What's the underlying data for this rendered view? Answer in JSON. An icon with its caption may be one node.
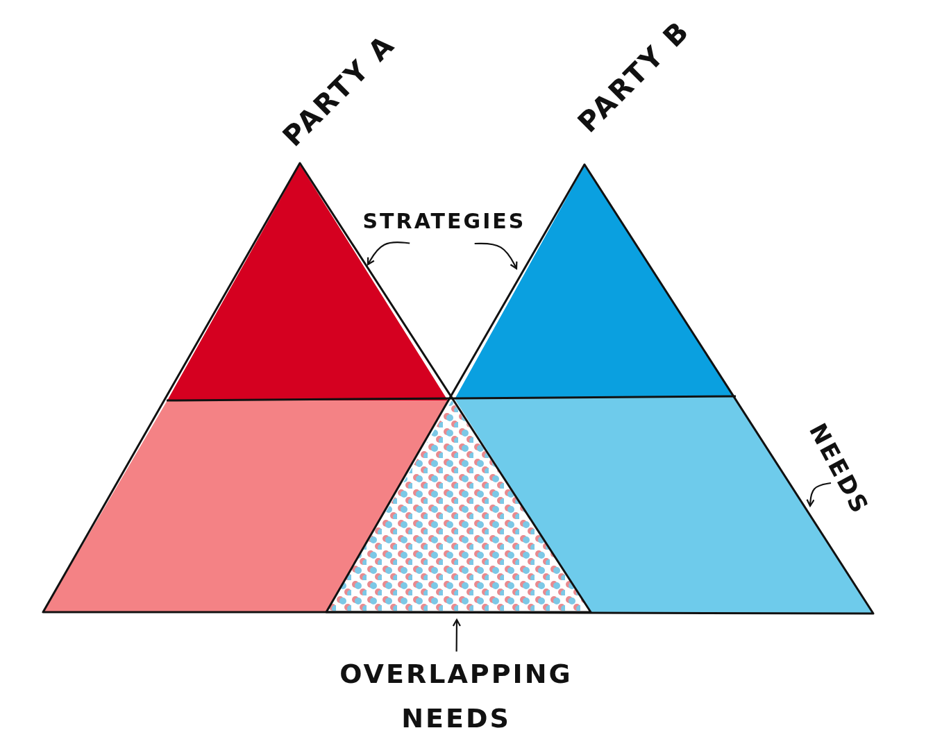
{
  "diagram": {
    "nodes": [
      {
        "text": [
          "STRATEGIES"
        ]
      },
      {
        "text": [],
        "shape": "triangle"
      },
      {
        "text": [],
        "shape": "triangle"
      },
      {
        "text": [],
        "shape": "parallelogram"
      },
      {
        "text": [],
        "shape": "parallelogram"
      },
      {
        "text": [],
        "shape": "triangle"
      },
      {
        "text": [
          "NEEDS"
        ]
      },
      {
        "text": [
          "OVERLAPPING NEEDS"
        ]
      }
    ],
    "edges": [
      {
        "from": 0,
        "to": 1,
        "arrow": "to"
      },
      {
        "from": 0,
        "to": 2,
        "arrow": "to"
      },
      {
        "from": 6,
        "to": 4,
        "arrow": "to"
      },
      {
        "from": 7,
        "to": 5,
        "arrow": "to"
      }
    ],
    "labels": [
      "PARTY A",
      "PARTY B"
    ]
  }
}
